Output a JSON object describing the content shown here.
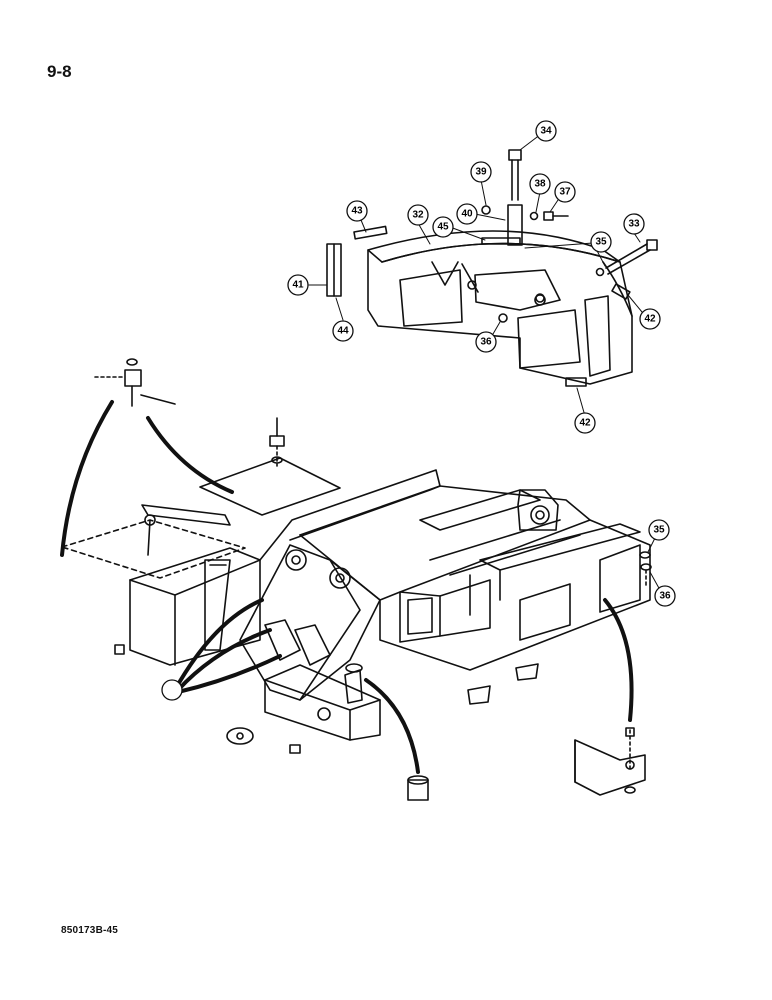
{
  "page_number": "9-8",
  "drawing_code": "850173B-45",
  "callouts": [
    "32",
    "33",
    "34",
    "35",
    "36",
    "37",
    "38",
    "39",
    "40",
    "41",
    "42",
    "43",
    "44",
    "45"
  ]
}
